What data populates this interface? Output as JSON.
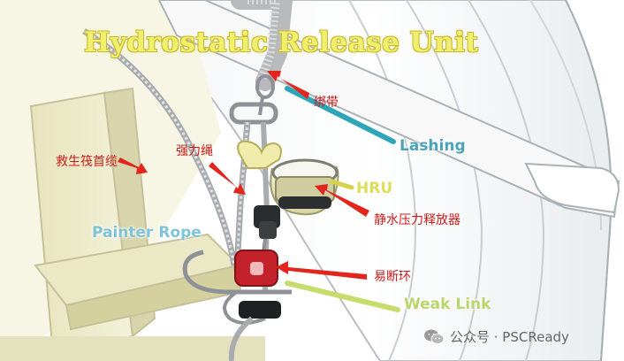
{
  "title": "Hydrostatic Release Unit",
  "labels_en": {
    "lashing": "Lashing",
    "hru": "HRU",
    "painter_rope": "Painter Rope",
    "weak_link": "Weak Link"
  },
  "labels_zh": {
    "lashing": "绑带",
    "strong_rope": "强力绳",
    "liferaft_rope": "救生筏首缆",
    "hru": "静水压力释放器",
    "weak_link": "易断环"
  },
  "watermark": {
    "icon": "wechat-icon",
    "text": "公众号 · PSCReady"
  },
  "colors": {
    "title": "#f1f06c",
    "label_teal": "#4aa3b8",
    "label_yellow": "#dede5a",
    "label_green": "#b9d66c",
    "arrow_red": "#e2261d",
    "weak_link_red": "#c3222a"
  }
}
